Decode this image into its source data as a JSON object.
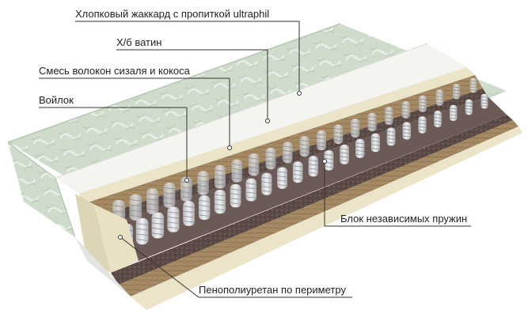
{
  "diagram": {
    "labels": {
      "jacquard": "Хлопковый жаккард с пропиткой ultraphil",
      "vatin": "Х/б ватин",
      "sisal_coconut": "Смесь волокон сизаля и кокоса",
      "felt": "Войлок",
      "springs": "Блок независимых пружин",
      "ppu_perimeter": "Пенополиуретан по периметру"
    },
    "colors": {
      "quilt": "#cfdccb",
      "quilt_light": "#e9efe6",
      "white_layer": "#f4f4f0",
      "ivory_layer": "#ece4c9",
      "coconut": "#9b7f5a",
      "felt": "#5b4a45",
      "spring": "#d8dadc",
      "foam": "#ddd6b6",
      "leader_line": "#333333",
      "text": "#222222"
    }
  }
}
